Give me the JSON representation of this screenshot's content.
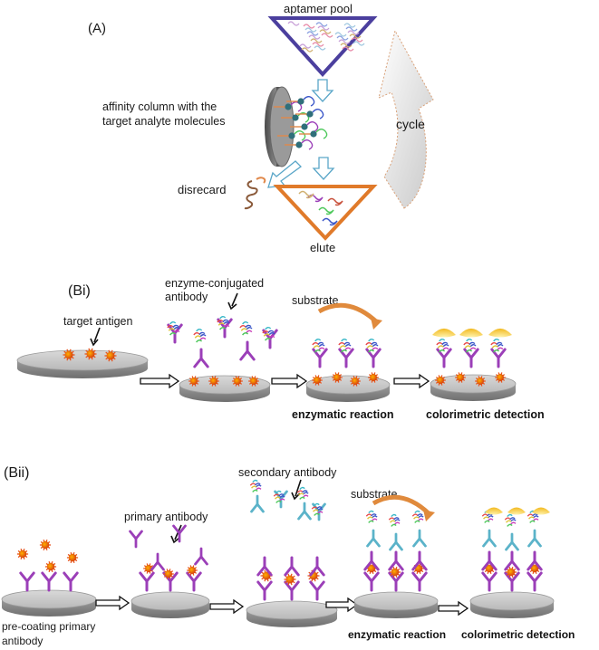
{
  "panel_a": {
    "label": "(A)",
    "aptamer_pool": "aptamer pool",
    "affinity_column_line1": "affinity column with the",
    "affinity_column_line2": "target analyte molecules",
    "cycle": "cycle",
    "discard": "disrecard",
    "elute": "elute"
  },
  "panel_bi": {
    "label": "(Bi)",
    "target_antigen": "target antigen",
    "enzyme_conjugated_line1": "enzyme-conjugated",
    "enzyme_conjugated_line2": "antibody",
    "substrate": "substrate",
    "enzymatic_reaction": "enzymatic reaction",
    "colorimetric_detection": "colorimetric detection"
  },
  "panel_bii": {
    "label": "(Bii)",
    "secondary_antibody": "secondary antibody",
    "primary_antibody": "primary antibody",
    "substrate": "substrate",
    "precoating_line1": "pre-coating primary",
    "precoating_line2": "antibody",
    "enzymatic_reaction": "enzymatic reaction",
    "colorimetric_detection": "colorimetric detection"
  },
  "colors": {
    "pool_triangle": "#4b3f9e",
    "elute_triangle": "#e07a2a",
    "antigen": "#e8541e",
    "antibody": "#9b3fb8",
    "secondary_antibody": "#5bb3c9",
    "substrate_arrow": "#e08a3c",
    "product": "#f2c12e",
    "plate": "#a9a9a9"
  }
}
